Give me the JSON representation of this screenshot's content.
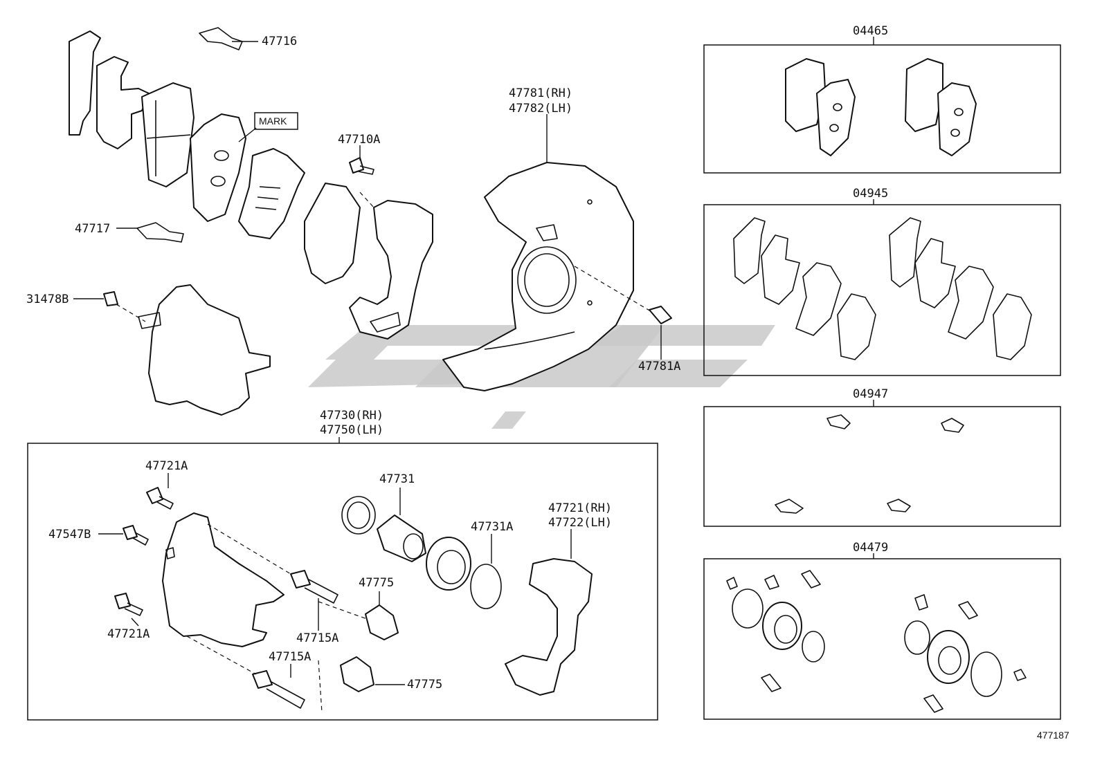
{
  "diagram": {
    "drawing_number": "477187",
    "mark_callout": "MARK",
    "labels": {
      "p47716": "47716",
      "p47717": "47717",
      "p31478B": "31478B",
      "p47710A": "47710A",
      "p47781rh": "47781(RH)",
      "p47782lh": "47782(LH)",
      "p47781A": "47781A",
      "p47730rh": "47730(RH)",
      "p47750lh": "47750(LH)",
      "p47721A_top": "47721A",
      "p47547B": "47547B",
      "p47721A_bot": "47721A",
      "p47715A_a": "47715A",
      "p47715A_b": "47715A",
      "p47731": "47731",
      "p47731A": "47731A",
      "p47775_a": "47775",
      "p47775_b": "47775",
      "p47721rh": "47721(RH)",
      "p47722lh": "47722(LH)"
    },
    "kits": [
      {
        "code": "04465"
      },
      {
        "code": "04945"
      },
      {
        "code": "04947"
      },
      {
        "code": "04479"
      }
    ]
  }
}
